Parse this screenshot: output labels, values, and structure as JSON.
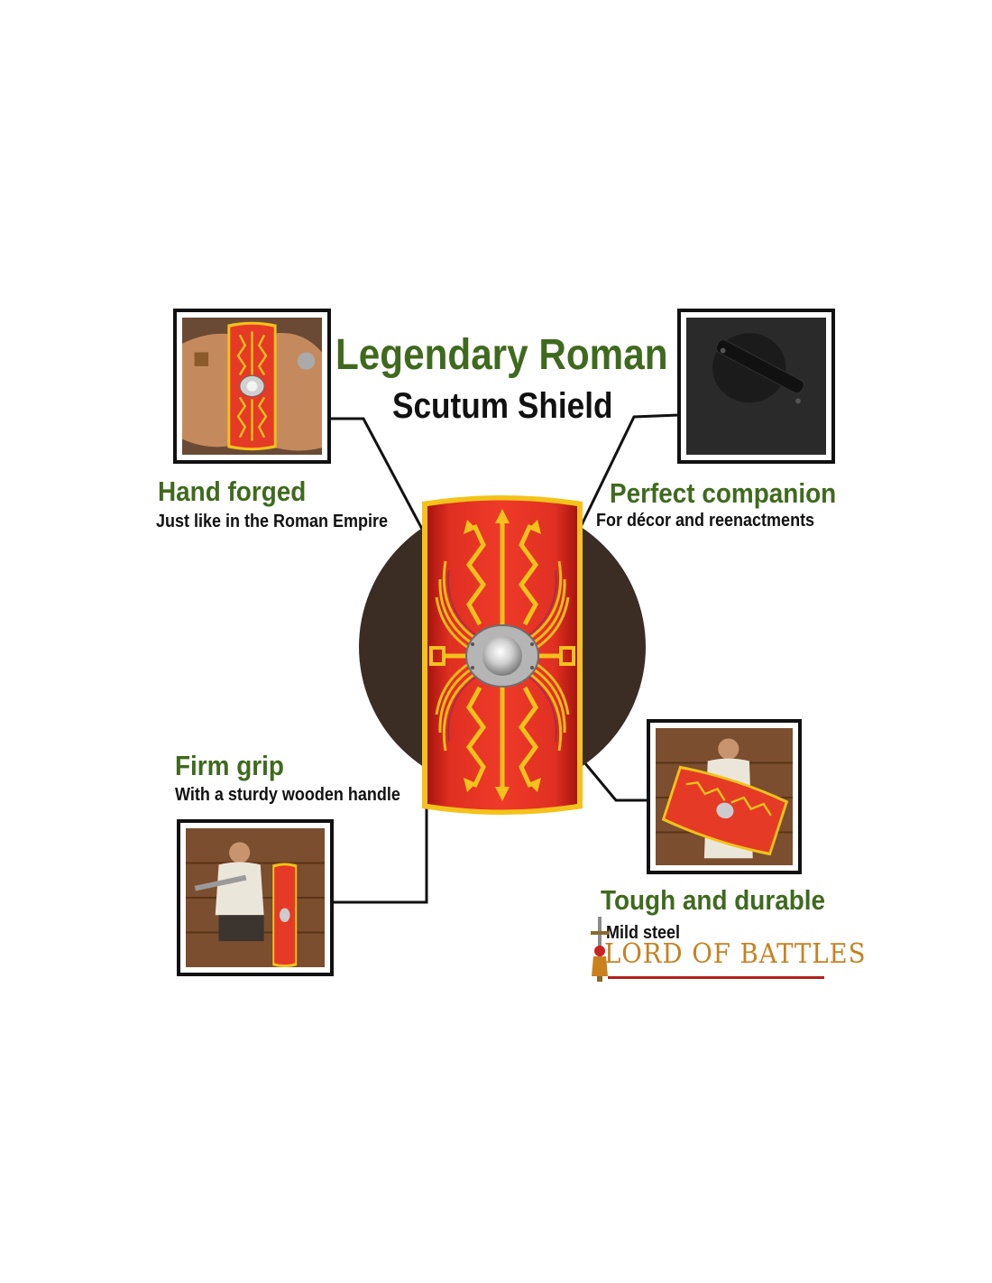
{
  "title": {
    "line1": "Legendary Roman",
    "line2": "Scutum Shield"
  },
  "features": {
    "top_left": {
      "heading": "Hand forged",
      "sub": "Just like in the Roman Empire"
    },
    "top_right": {
      "heading": "Perfect companion",
      "sub": "For décor and reenactments"
    },
    "bottom_left": {
      "heading": "Firm grip",
      "sub": "With a sturdy wooden handle"
    },
    "bottom_right": {
      "heading": "Tough and durable",
      "sub": "Mild steel"
    }
  },
  "brand": {
    "logo_text": "LORD OF BATTLES"
  },
  "colors": {
    "accent_green": "#3f6a1e",
    "shield_red": "#dc2a1e",
    "shield_yellow": "#f4c21a",
    "circle_brown": "#3b2c24"
  }
}
